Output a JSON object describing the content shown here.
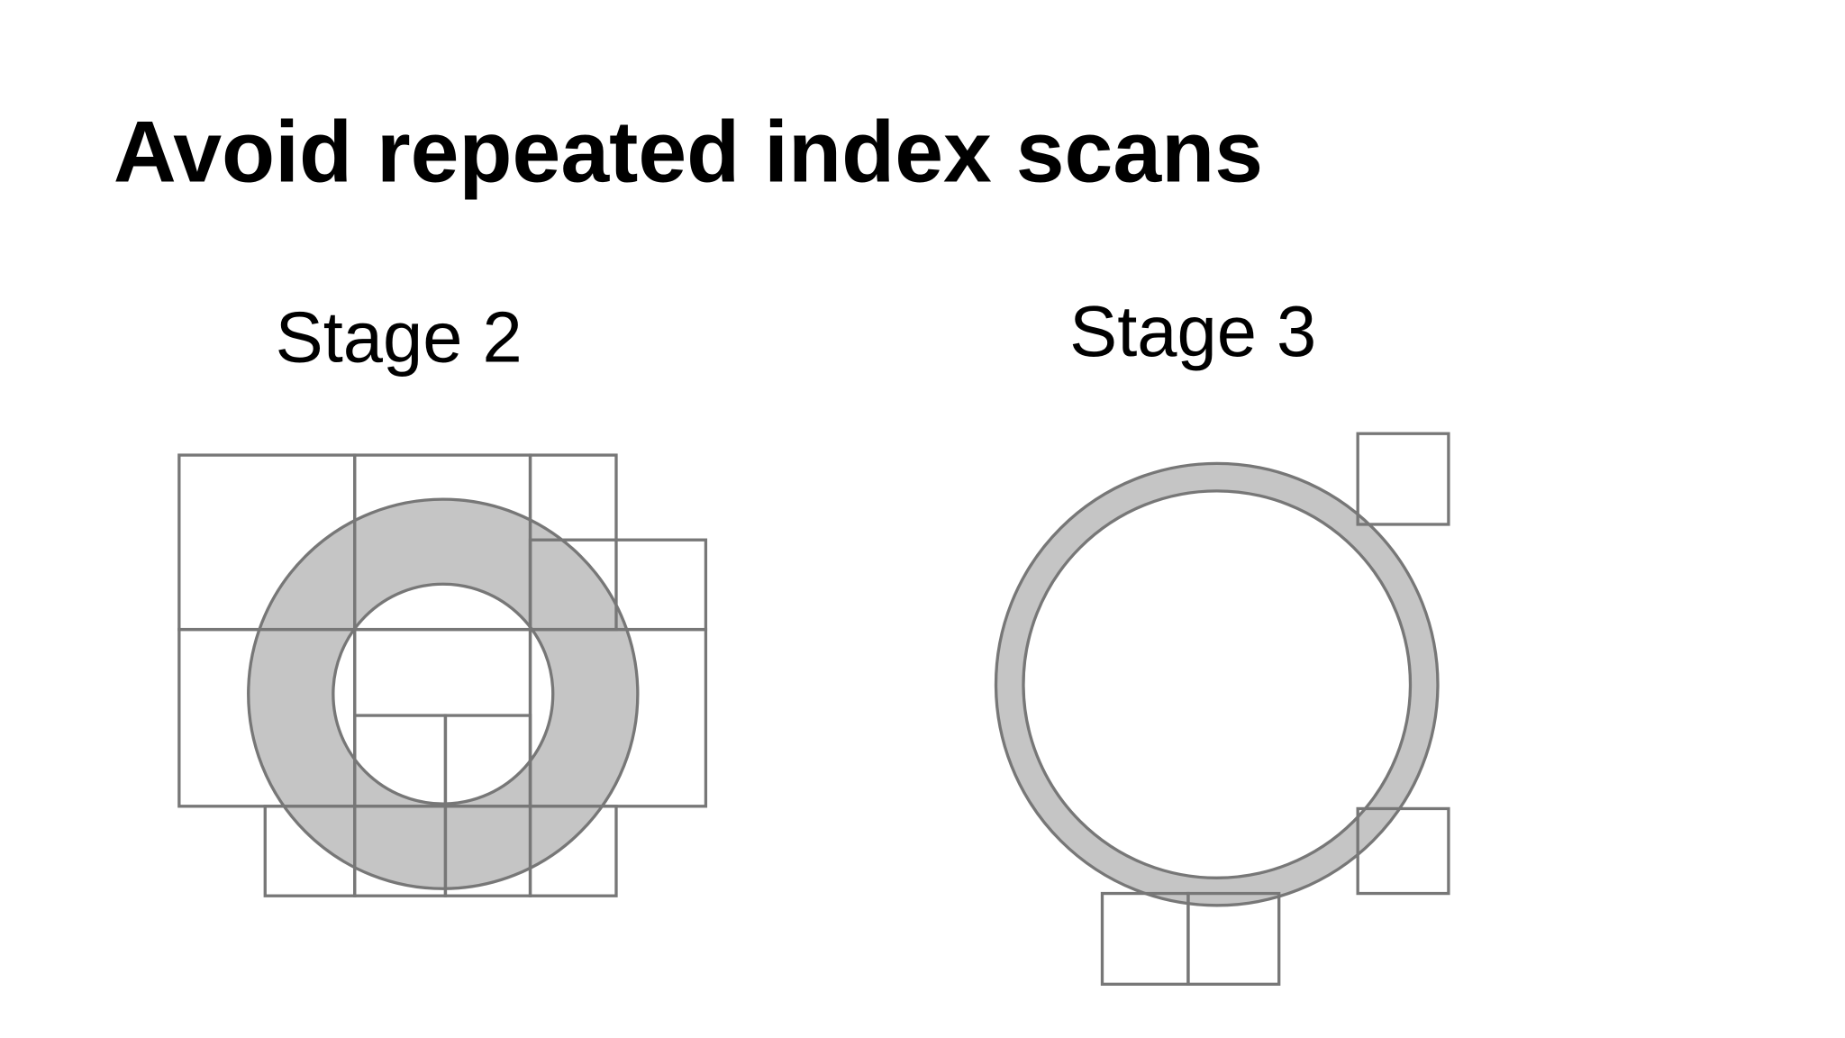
{
  "slide": {
    "title": "Avoid repeated index scans",
    "stages": [
      {
        "label": "Stage 2"
      },
      {
        "label": "Stage 3"
      }
    ]
  },
  "colors": {
    "stroke": "#777777",
    "ring_fill": "#c5c5c5",
    "text": "#000000"
  }
}
